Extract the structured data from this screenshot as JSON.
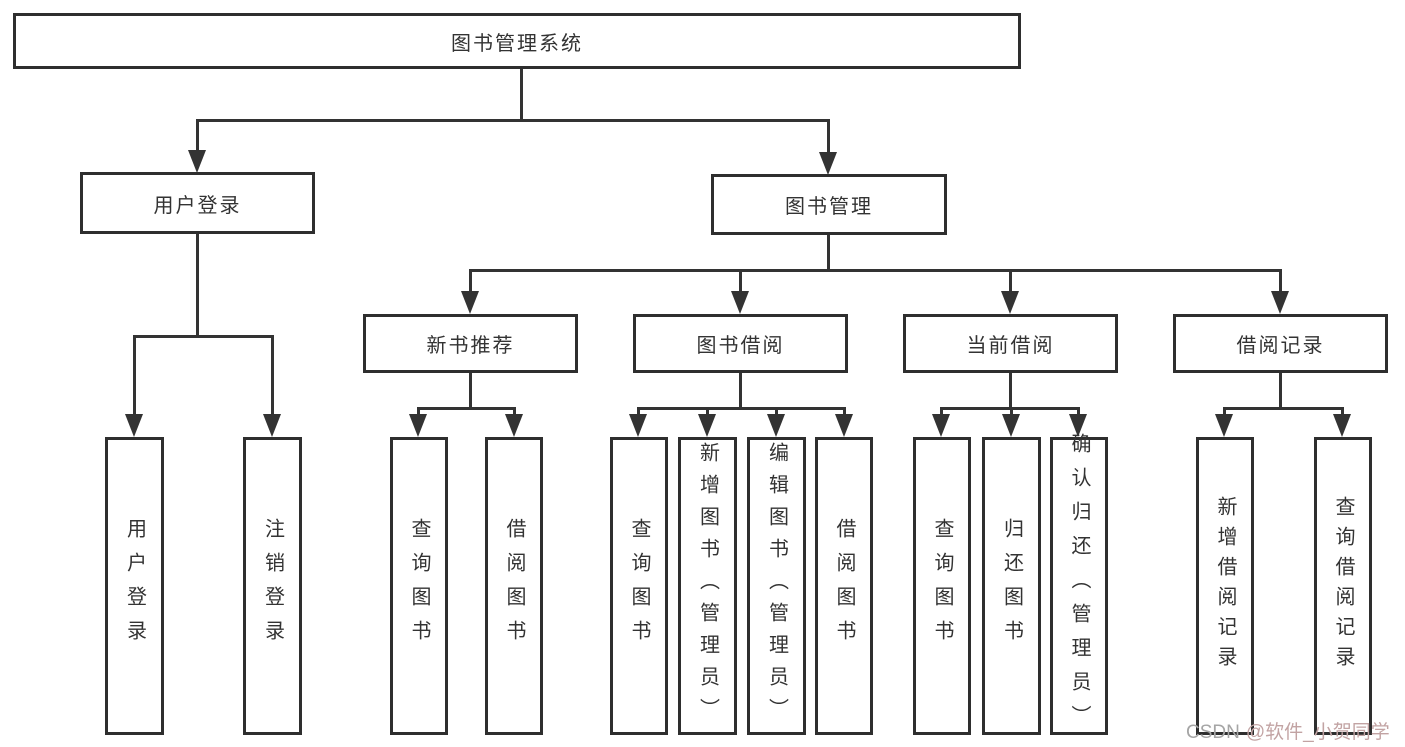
{
  "colors": {
    "background": "#ffffff",
    "box_border": "#2e2e2e",
    "line": "#333333",
    "text": "#333333",
    "watermark_site": "#a5a5a5",
    "watermark_handle": "#c2a3a3"
  },
  "tree": {
    "root": {
      "label": "图书管理系统"
    },
    "branches": [
      {
        "label": "用户登录",
        "children": [
          {
            "label": "用户登录"
          },
          {
            "label": "注销登录"
          }
        ]
      },
      {
        "label": "图书管理",
        "children": [
          {
            "label": "新书推荐",
            "children": [
              {
                "label": "查询图书"
              },
              {
                "label": "借阅图书"
              }
            ]
          },
          {
            "label": "图书借阅",
            "children": [
              {
                "label": "查询图书"
              },
              {
                "label": "新增图书（管理员）"
              },
              {
                "label": "编辑图书（管理员）"
              },
              {
                "label": "借阅图书"
              }
            ]
          },
          {
            "label": "当前借阅",
            "children": [
              {
                "label": "查询图书"
              },
              {
                "label": "归还图书"
              },
              {
                "label": "确认归还（管理员）"
              }
            ]
          },
          {
            "label": "借阅记录",
            "children": [
              {
                "label": "新增借阅记录"
              },
              {
                "label": "查询借阅记录"
              }
            ]
          }
        ]
      }
    ]
  },
  "watermark": {
    "site": "CSDN",
    "handle": "@软件_小贺同学"
  }
}
